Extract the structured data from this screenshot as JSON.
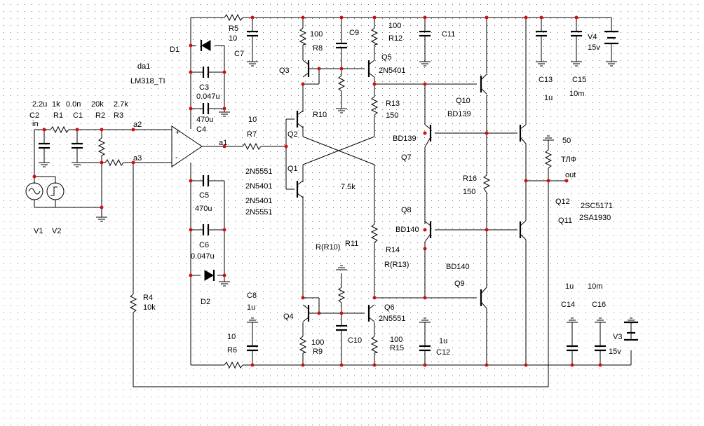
{
  "labels": {
    "da1": "da1",
    "lm318": "LM318_TI",
    "D1": "D1",
    "D2": "D2",
    "R5": "R5",
    "R5_val": "10",
    "C7": "C7",
    "C3": "C3",
    "C3_val": "0.047u",
    "C4": "C4",
    "C4_val": "470u",
    "C5": "C5",
    "C5_val": "470u",
    "C6": "C6",
    "C6_val": "0.047u",
    "C8": "C8",
    "C8_val": "1u",
    "R6": "R6",
    "R6_val": "10",
    "R4": "R4",
    "R4_val": "10k",
    "R7": "R7",
    "R7_val": "10",
    "a1": "a1",
    "a2": "a2",
    "a3": "a3",
    "in": "in",
    "C2": "C2",
    "C2_val": "2.2u",
    "R1": "R1",
    "R1_val": "1k",
    "C1": "C1",
    "C1_val": "0.0n",
    "R2": "R2",
    "R2_val": "20k",
    "R3": "R3",
    "R3_val": "2.7k",
    "V1": "V1",
    "V2": "V2",
    "R8": "R8",
    "R8_val": "100",
    "C9": "C9",
    "R12": "R12",
    "R12_val": "100",
    "C11": "C11",
    "V4": "V4",
    "V4_val": "15v",
    "Q3": "Q3",
    "Q5": "Q5",
    "Q5_type": "2N5401",
    "R10": "R10",
    "R13": "R13",
    "R13_val": "150",
    "C13": "C13",
    "C13_val": "1u",
    "C15": "C15",
    "C15_val": "10m",
    "Q10": "Q10",
    "Q10_type": "BD139",
    "Q2": "Q2",
    "Q1": "Q1",
    "Q7": "Q7",
    "Q7_type": "BD139",
    "R_tlf_val": "50",
    "tlf": "ТЛФ",
    "out": "out",
    "q1_type1": "2N5551",
    "q1_type2": "2N5401",
    "q1_type3": "2N5401",
    "q1_type4": "2N5551",
    "r7_5k": "7.5k",
    "R16": "R16",
    "R16_val": "150",
    "Q12": "Q12",
    "Q12_type": "2SC5171",
    "Q11": "Q11",
    "Q11_type": "2SA1930",
    "Q8": "Q8",
    "Q8_type": "BD140",
    "R_R10": "R(R10)",
    "R11": "R11",
    "R14": "R14",
    "R_R13": "R(R13)",
    "Q9_type": "BD140",
    "Q9": "Q9",
    "C14": "C14",
    "C14_val": "1u",
    "C16": "C16",
    "C16_val": "10m",
    "Q4": "Q4",
    "Q6": "Q6",
    "Q6_type": "2N5551",
    "V3": "V3",
    "V3_val": "15v",
    "R9": "R9",
    "R9_val": "100",
    "C10": "C10",
    "R15": "R15",
    "R15_val": "100",
    "C12": "C12",
    "C12_val": "1u"
  }
}
